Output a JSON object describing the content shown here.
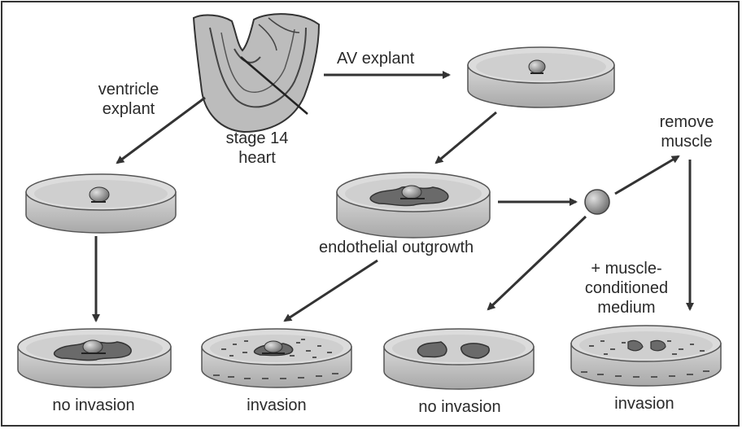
{
  "labels": {
    "ventricle_explant_1": "ventricle",
    "ventricle_explant_2": "explant",
    "av_explant": "AV explant",
    "heart_1": "stage 14",
    "heart_2": "heart",
    "remove_muscle_1": "remove",
    "remove_muscle_2": "muscle",
    "endothelial_outgrowth": "endothelial outgrowth",
    "conditioned_1": "+ muscle-",
    "conditioned_2": "conditioned",
    "conditioned_3": "medium",
    "result_1": "no invasion",
    "result_2": "invasion",
    "result_3": "no invasion",
    "result_4": "invasion"
  },
  "colors": {
    "ink": "#2a2a2a",
    "dish_fill": "#c9c9c9",
    "dish_rim": "#e6e6e6",
    "heart_fill": "#bdbdbd",
    "cells": "#555555"
  }
}
